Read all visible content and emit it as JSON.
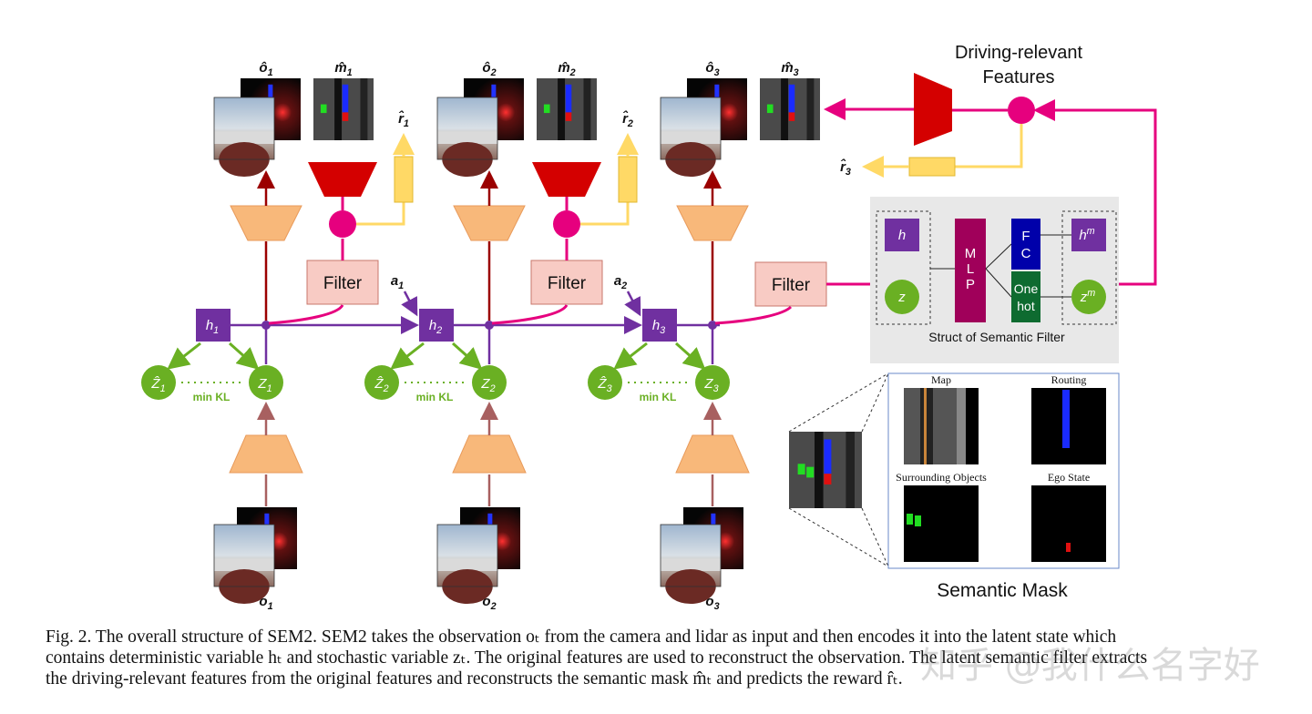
{
  "diagram": {
    "top_labels": {
      "o_hat": [
        "ô",
        "ô",
        "ô"
      ],
      "m_hat": [
        "m̂",
        "m̂",
        "m̂"
      ],
      "r_hat": [
        "r̂",
        "r̂",
        "r̂"
      ],
      "subscripts": [
        "1",
        "2",
        "3"
      ]
    },
    "filter_label": "Filter",
    "h_labels": [
      "h",
      "h",
      "h"
    ],
    "z_labels": [
      "Z",
      "Z",
      "Z"
    ],
    "z_hat_labels": [
      "Ẑ",
      "Ẑ",
      "Ẑ"
    ],
    "min_kl": "min KL",
    "action_labels": [
      "a",
      "a"
    ],
    "action_subscripts": [
      "1",
      "2"
    ],
    "obs_labels": [
      "o",
      "o",
      "o"
    ],
    "driving_relevant": [
      "Driving-relevant",
      "Features"
    ],
    "r3_label": "r̂",
    "r3_sub": "3",
    "struct": {
      "h": "h",
      "z": "z",
      "mlp": [
        "M",
        "L",
        "P"
      ],
      "fc": [
        "F",
        "C"
      ],
      "onehot": [
        "One",
        "hot"
      ],
      "hm": "h",
      "zm": "z",
      "m_sup": "m",
      "title": "Struct of Semantic Filter"
    },
    "mask_panels": [
      "Map",
      "Routing",
      "Surrounding Objects",
      "Ego State"
    ],
    "semantic_mask_title": "Semantic Mask",
    "colors": {
      "purple": "#7030a0",
      "green": "#6ab023",
      "orange": "#f8b87a",
      "red": "#d40000",
      "magenta": "#e6007e",
      "yellow": "#ffd966",
      "darkred": "#9b0000",
      "brown": "#a86060",
      "pink": "#f8cbc4"
    }
  },
  "caption": [
    "Fig. 2.   The overall structure of SEM2. SEM2 takes the observation oₜ from the camera and lidar as input and then encodes it into the latent state which",
    "contains deterministic variable hₜ and stochastic variable zₜ. The original features are used to reconstruct the observation. The latent semantic filter extracts",
    "the driving-relevant features from the original features and reconstructs the semantic mask m̂ₜ and predicts the reward r̂ₜ."
  ],
  "watermark": "知乎 @我什么名字好"
}
